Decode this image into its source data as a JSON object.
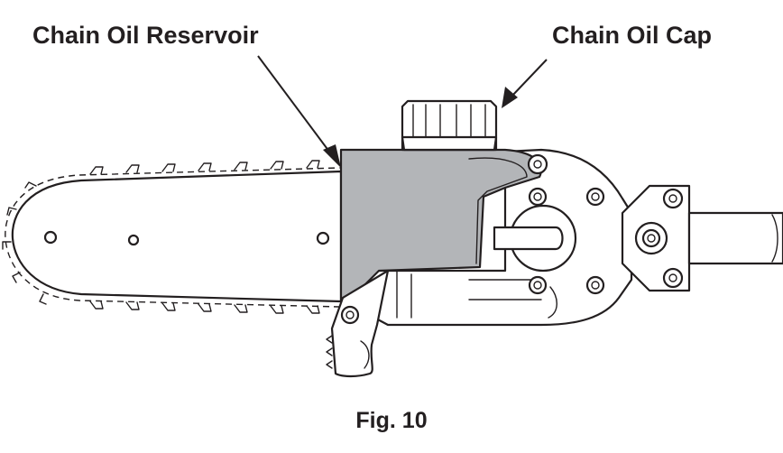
{
  "labels": {
    "reservoir": "Chain Oil Reservoir",
    "cap": "Chain Oil Cap"
  },
  "caption": "Fig. 10",
  "colors": {
    "ink": "#231f20",
    "reservoir_fill": "#b3b5b8",
    "background": "#ffffff"
  }
}
